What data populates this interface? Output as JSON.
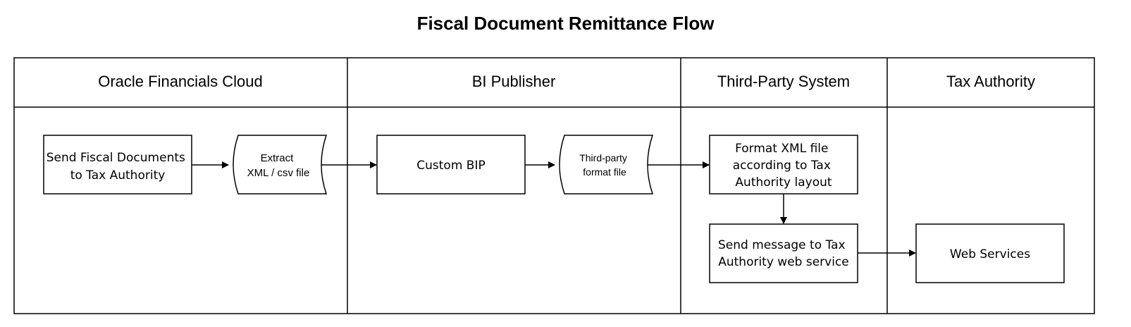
{
  "title": "Fiscal Document Remittance Flow",
  "lanes": [
    {
      "label": "Oracle Financials Cloud"
    },
    {
      "label": "BI Publisher"
    },
    {
      "label": "Third-Party System"
    },
    {
      "label": "Tax Authority"
    }
  ],
  "nodes": {
    "send_fiscal_docs": {
      "lines": [
        "Send Fiscal Documents",
        "to Tax Authority"
      ]
    },
    "extract_file": {
      "lines": [
        "Extract",
        "XML / csv file"
      ]
    },
    "custom_bip": {
      "lines": [
        "Custom BIP"
      ]
    },
    "third_party_file": {
      "lines": [
        "Third-party",
        "format file"
      ]
    },
    "format_xml": {
      "lines": [
        "Format XML file",
        "according to Tax",
        "Authority layout"
      ]
    },
    "send_message": {
      "lines": [
        "Send message to Tax",
        "Authority web service"
      ]
    },
    "web_services": {
      "lines": [
        "Web Services"
      ]
    }
  },
  "colors": {
    "stroke": "#000000",
    "background": "#ffffff"
  }
}
